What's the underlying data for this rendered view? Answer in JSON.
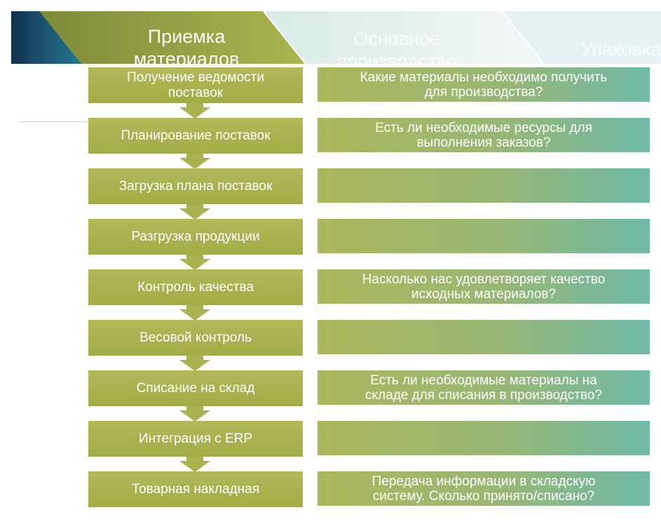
{
  "header": {
    "tabs": [
      {
        "label": "Приемка\nматериалов",
        "active": true
      },
      {
        "label": "Основное\nпроизводство",
        "active": false
      },
      {
        "label": "Упаковка",
        "active": false
      }
    ]
  },
  "colors": {
    "step_fill": "#a9b24f",
    "arrow_fill": "#a9b24f",
    "answer_start": "#adb75c",
    "answer_end": "#6fb9a8",
    "header_dark": "#12314f",
    "header_teal": "#2a8fa3"
  },
  "steps": [
    {
      "label": "Получение ведомости\nпоставок",
      "answer": "Какие материалы необходимо получить\nдля производства?"
    },
    {
      "label": "Планирование поставок",
      "answer": "Есть ли необходимые ресурсы для\nвыполнения заказов?"
    },
    {
      "label": "Загрузка плана поставок",
      "answer": ""
    },
    {
      "label": "Разгрузка продукции",
      "answer": ""
    },
    {
      "label": "Контроль качества",
      "answer": "Насколько нас удовлетворяет качество\nисходных материалов?"
    },
    {
      "label": "Весовой контроль",
      "answer": ""
    },
    {
      "label": "Списание на склад",
      "answer": "Есть ли необходимые материалы на\nскладе для списания в производство?"
    },
    {
      "label": "Интеграция с ERP",
      "answer": ""
    },
    {
      "label": "Товарная накладная",
      "answer": "Передача информации в складскую\nсистему. Сколько принято/списано?"
    }
  ]
}
